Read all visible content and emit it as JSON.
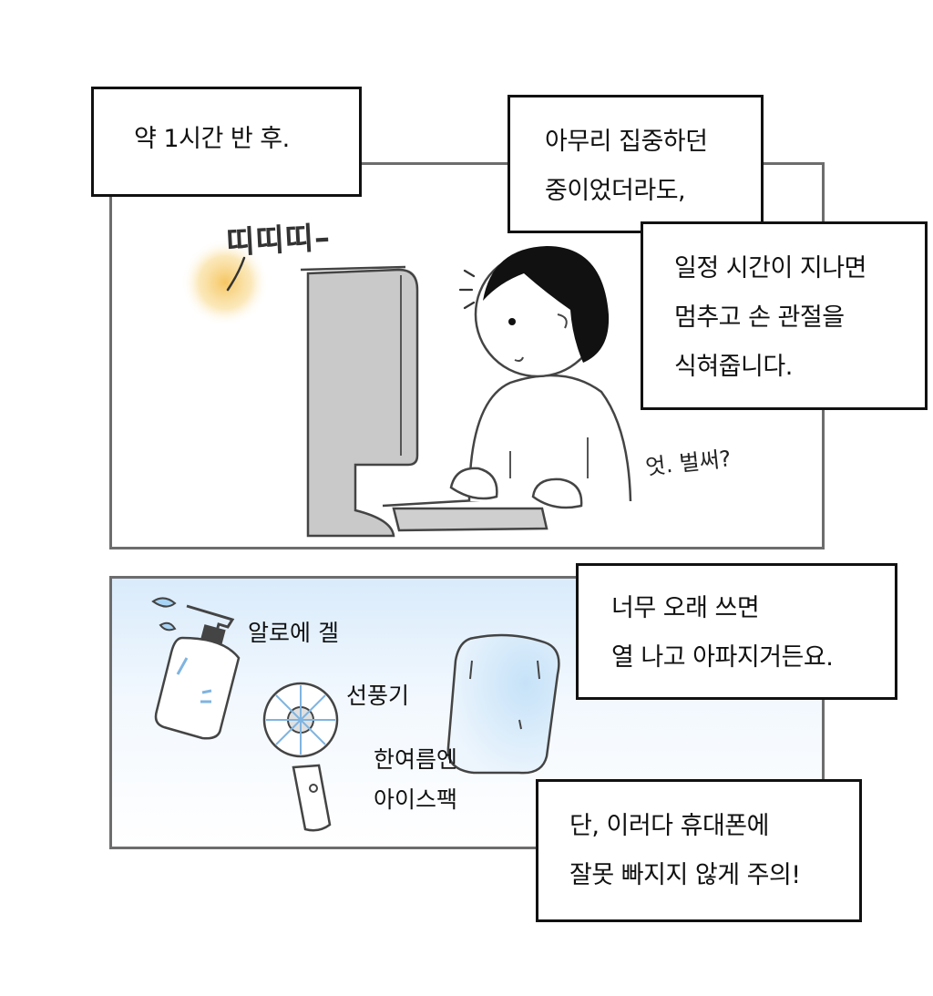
{
  "panel1": {
    "caption_time": "약 1시간 반 후.",
    "caption_focus": [
      "아무리 집중하던",
      "중이었더라도,"
    ],
    "caption_stop": [
      "일정 시간이 지나면",
      "멈추고 손 관절을",
      "식혀줍니다."
    ],
    "sfx_alarm": "띠띠띠–",
    "speech": "엇. 벌써?"
  },
  "panel2": {
    "caption_hot": [
      "너무 오래 쓰면",
      "열 나고 아파지거든요."
    ],
    "caption_warning": [
      "단, 이러다 휴대폰에",
      "잘못 빠지지 않게 주의!"
    ],
    "items": {
      "aloe": "알로에 겔",
      "fan": "선풍기",
      "icepack": [
        "한여름엔",
        "아이스팩"
      ]
    }
  },
  "colors": {
    "panel_border": "#6d6d6d",
    "caption_border": "#111111",
    "monitor": "#c9c9c9",
    "alarm_glow": "#f5c35a",
    "icepack_blue": "#a8d4f5",
    "panel2_gradient": "#d9ebfb"
  }
}
